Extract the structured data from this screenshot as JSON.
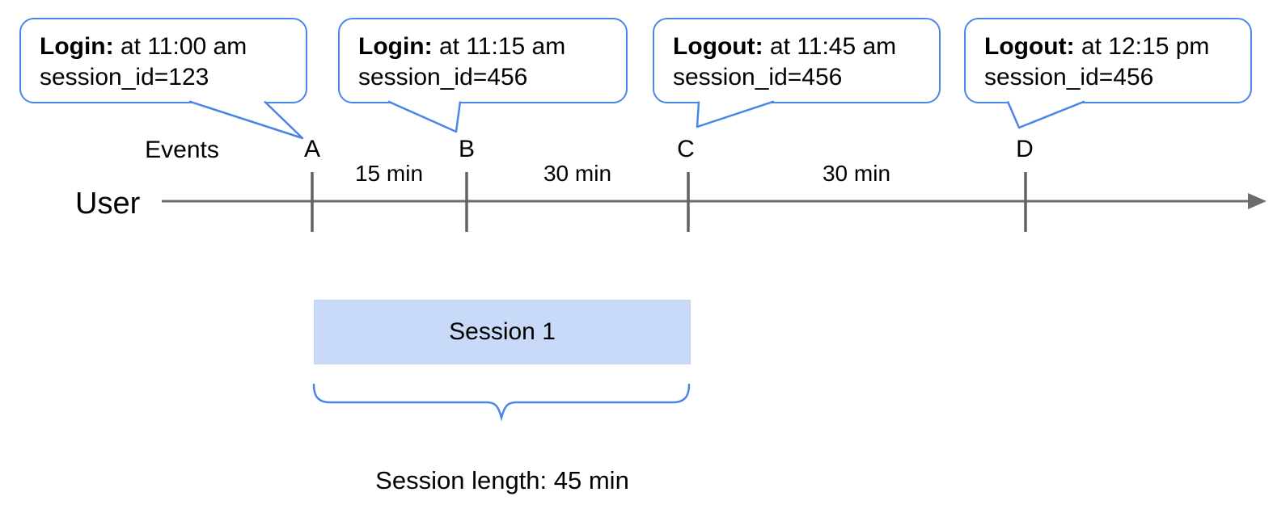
{
  "diagram": {
    "callouts": [
      {
        "event": "Login:",
        "time": "at 11:00 am",
        "session": "session_id=123",
        "marker": "A"
      },
      {
        "event": "Login:",
        "time": "at 11:15 am",
        "session": "session_id=456",
        "marker": "B"
      },
      {
        "event": "Logout:",
        "time": "at 11:45 am",
        "session": "session_id=456",
        "marker": "C"
      },
      {
        "event": "Logout:",
        "time": "at 12:15 pm",
        "session": "session_id=456",
        "marker": "D"
      }
    ],
    "timeline": {
      "events_label": "Events",
      "axis_label": "User",
      "markers": [
        "A",
        "B",
        "C",
        "D"
      ],
      "intervals": [
        {
          "from": "A",
          "to": "B",
          "label": "15 min"
        },
        {
          "from": "B",
          "to": "C",
          "label": "30 min"
        },
        {
          "from": "C",
          "to": "D",
          "label": "30 min"
        }
      ]
    },
    "session": {
      "label": "Session 1",
      "spans_markers": [
        "A",
        "C"
      ],
      "length_label": "Session length: 45 min"
    },
    "colors": {
      "accent_blue": "#4a86e8",
      "session_fill": "#c9daf8",
      "axis_gray": "#666666"
    }
  }
}
